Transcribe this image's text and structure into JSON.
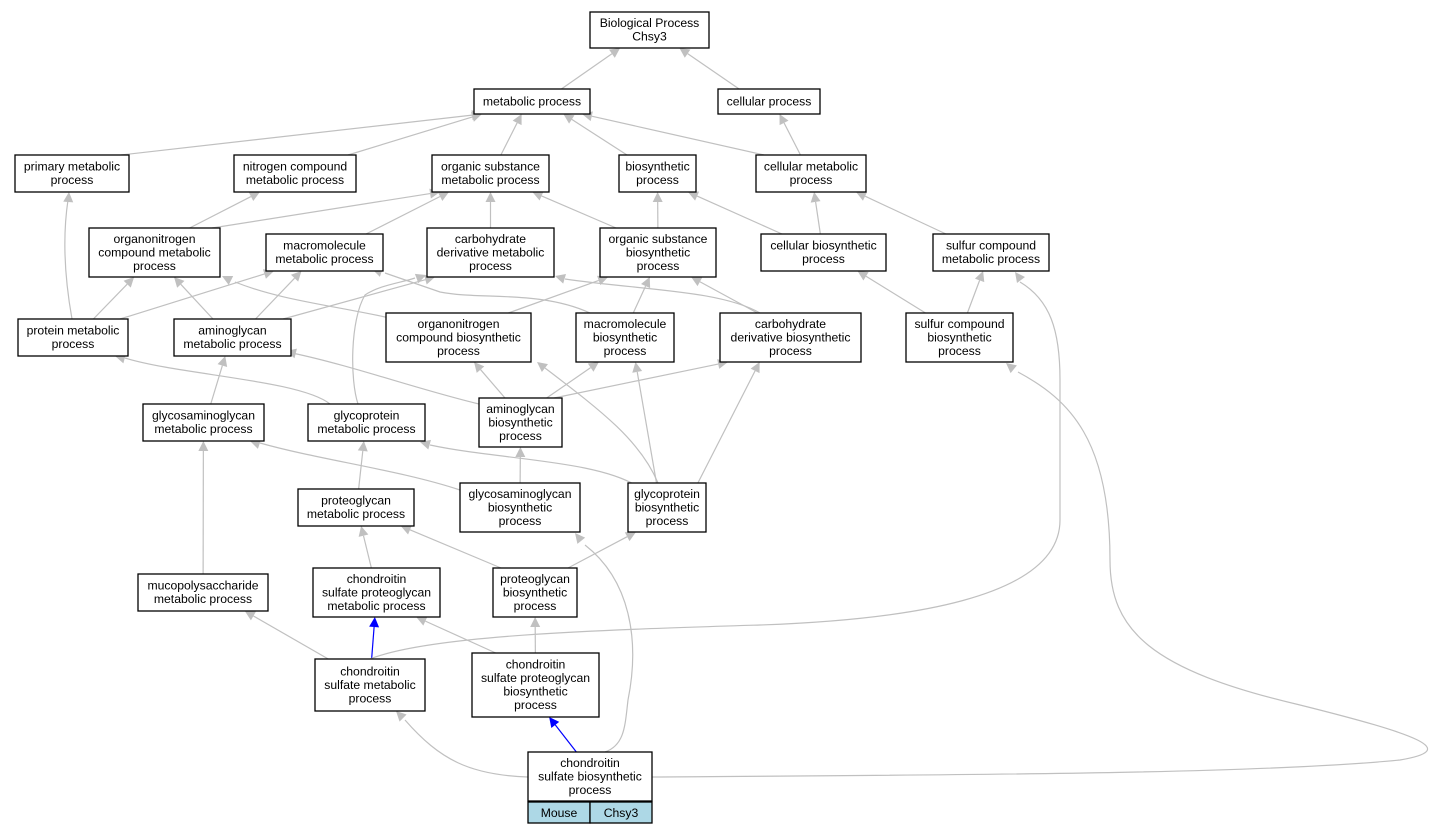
{
  "colors": {
    "edge_default": "#c0c0c0",
    "edge_highlight": "#0000ff",
    "node_border": "#000000",
    "node_fill": "#ffffff",
    "table_fill": "#add8e6"
  },
  "nodes": [
    {
      "id": "n_root",
      "lines": [
        "Biological Process",
        "Chsy3"
      ]
    },
    {
      "id": "n_metabolic",
      "lines": [
        "metabolic process"
      ]
    },
    {
      "id": "n_cellular",
      "lines": [
        "cellular process"
      ]
    },
    {
      "id": "n_primary_metabolic",
      "lines": [
        "primary metabolic",
        "process"
      ]
    },
    {
      "id": "n_nitrogen_compound",
      "lines": [
        "nitrogen compound",
        "metabolic process"
      ]
    },
    {
      "id": "n_organic_substance_metabolic",
      "lines": [
        "organic substance",
        "metabolic process"
      ]
    },
    {
      "id": "n_biosynthetic",
      "lines": [
        "biosynthetic",
        "process"
      ]
    },
    {
      "id": "n_cellular_metabolic",
      "lines": [
        "cellular metabolic",
        "process"
      ]
    },
    {
      "id": "n_organonitrogen_metabolic",
      "lines": [
        "organonitrogen",
        "compound metabolic",
        "process"
      ]
    },
    {
      "id": "n_macromolecule_metabolic",
      "lines": [
        "macromolecule",
        "metabolic process"
      ]
    },
    {
      "id": "n_carbohydrate_derivative_metabolic",
      "lines": [
        "carbohydrate",
        "derivative metabolic",
        "process"
      ]
    },
    {
      "id": "n_organic_substance_biosynthetic",
      "lines": [
        "organic substance",
        "biosynthetic",
        "process"
      ]
    },
    {
      "id": "n_cellular_biosynthetic",
      "lines": [
        "cellular biosynthetic",
        "process"
      ]
    },
    {
      "id": "n_sulfur_metabolic",
      "lines": [
        "sulfur compound",
        "metabolic process"
      ]
    },
    {
      "id": "n_protein_metabolic",
      "lines": [
        "protein metabolic",
        "process"
      ]
    },
    {
      "id": "n_aminoglycan_metabolic",
      "lines": [
        "aminoglycan",
        "metabolic process"
      ]
    },
    {
      "id": "n_organonitrogen_biosynthetic",
      "lines": [
        "organonitrogen",
        "compound biosynthetic",
        "process"
      ]
    },
    {
      "id": "n_macromolecule_biosynthetic",
      "lines": [
        "macromolecule",
        "biosynthetic",
        "process"
      ]
    },
    {
      "id": "n_carbohydrate_derivative_biosynthetic",
      "lines": [
        "carbohydrate",
        "derivative biosynthetic",
        "process"
      ]
    },
    {
      "id": "n_sulfur_biosynthetic",
      "lines": [
        "sulfur compound",
        "biosynthetic",
        "process"
      ]
    },
    {
      "id": "n_gag_metabolic",
      "lines": [
        "glycosaminoglycan",
        "metabolic process"
      ]
    },
    {
      "id": "n_glycoprotein_metabolic",
      "lines": [
        "glycoprotein",
        "metabolic process"
      ]
    },
    {
      "id": "n_aminoglycan_biosynthetic",
      "lines": [
        "aminoglycan",
        "biosynthetic",
        "process"
      ]
    },
    {
      "id": "n_gag_biosynthetic",
      "lines": [
        "glycosaminoglycan",
        "biosynthetic",
        "process"
      ]
    },
    {
      "id": "n_glycoprotein_biosynthetic",
      "lines": [
        "glycoprotein",
        "biosynthetic",
        "process"
      ]
    },
    {
      "id": "n_proteoglycan_metabolic",
      "lines": [
        "proteoglycan",
        "metabolic process"
      ]
    },
    {
      "id": "n_mucopolysaccharide_metabolic",
      "lines": [
        "mucopolysaccharide",
        "metabolic process"
      ]
    },
    {
      "id": "n_cs_proteoglycan_metabolic",
      "lines": [
        "chondroitin",
        "sulfate proteoglycan",
        "metabolic process"
      ]
    },
    {
      "id": "n_proteoglycan_biosynthetic",
      "lines": [
        "proteoglycan",
        "biosynthetic",
        "process"
      ]
    },
    {
      "id": "n_cs_metabolic",
      "lines": [
        "chondroitin",
        "sulfate metabolic",
        "process"
      ]
    },
    {
      "id": "n_cs_proteoglycan_biosynthetic",
      "lines": [
        "chondroitin",
        "sulfate proteoglycan",
        "biosynthetic",
        "process"
      ]
    },
    {
      "id": "n_cs_biosynthetic",
      "lines": [
        "chondroitin",
        "sulfate biosynthetic",
        "process"
      ]
    }
  ],
  "annotation_table": {
    "node": "n_cs_biosynthetic",
    "cells": [
      "Mouse",
      "Chsy3"
    ]
  },
  "edges": [
    {
      "from": "n_metabolic",
      "to": "n_root",
      "color": "default"
    },
    {
      "from": "n_cellular",
      "to": "n_root",
      "color": "default"
    },
    {
      "from": "n_primary_metabolic",
      "to": "n_metabolic",
      "color": "default"
    },
    {
      "from": "n_nitrogen_compound",
      "to": "n_metabolic",
      "color": "default"
    },
    {
      "from": "n_organic_substance_metabolic",
      "to": "n_metabolic",
      "color": "default"
    },
    {
      "from": "n_biosynthetic",
      "to": "n_metabolic",
      "color": "default"
    },
    {
      "from": "n_cellular_metabolic",
      "to": "n_metabolic",
      "color": "default"
    },
    {
      "from": "n_cellular_metabolic",
      "to": "n_cellular",
      "color": "default"
    },
    {
      "from": "n_organonitrogen_metabolic",
      "to": "n_nitrogen_compound",
      "color": "default"
    },
    {
      "from": "n_organonitrogen_metabolic",
      "to": "n_organic_substance_metabolic",
      "color": "default"
    },
    {
      "from": "n_macromolecule_metabolic",
      "to": "n_organic_substance_metabolic",
      "color": "default"
    },
    {
      "from": "n_carbohydrate_derivative_metabolic",
      "to": "n_organic_substance_metabolic",
      "color": "default"
    },
    {
      "from": "n_organic_substance_biosynthetic",
      "to": "n_organic_substance_metabolic",
      "color": "default"
    },
    {
      "from": "n_organic_substance_biosynthetic",
      "to": "n_biosynthetic",
      "color": "default"
    },
    {
      "from": "n_cellular_biosynthetic",
      "to": "n_biosynthetic",
      "color": "default"
    },
    {
      "from": "n_cellular_biosynthetic",
      "to": "n_cellular_metabolic",
      "color": "default"
    },
    {
      "from": "n_sulfur_metabolic",
      "to": "n_cellular_metabolic",
      "color": "default"
    },
    {
      "from": "n_protein_metabolic",
      "to": "n_primary_metabolic",
      "color": "default"
    },
    {
      "from": "n_protein_metabolic",
      "to": "n_organonitrogen_metabolic",
      "color": "default"
    },
    {
      "from": "n_protein_metabolic",
      "to": "n_macromolecule_metabolic",
      "color": "default"
    },
    {
      "from": "n_aminoglycan_metabolic",
      "to": "n_organonitrogen_metabolic",
      "color": "default"
    },
    {
      "from": "n_aminoglycan_metabolic",
      "to": "n_macromolecule_metabolic",
      "color": "default"
    },
    {
      "from": "n_aminoglycan_metabolic",
      "to": "n_carbohydrate_derivative_metabolic",
      "color": "default"
    },
    {
      "from": "n_organonitrogen_biosynthetic",
      "to": "n_organonitrogen_metabolic",
      "color": "default"
    },
    {
      "from": "n_organonitrogen_biosynthetic",
      "to": "n_organic_substance_biosynthetic",
      "color": "default"
    },
    {
      "from": "n_macromolecule_biosynthetic",
      "to": "n_macromolecule_metabolic",
      "color": "default"
    },
    {
      "from": "n_macromolecule_biosynthetic",
      "to": "n_organic_substance_biosynthetic",
      "color": "default"
    },
    {
      "from": "n_carbohydrate_derivative_biosynthetic",
      "to": "n_carbohydrate_derivative_metabolic",
      "color": "default"
    },
    {
      "from": "n_carbohydrate_derivative_biosynthetic",
      "to": "n_organic_substance_biosynthetic",
      "color": "default"
    },
    {
      "from": "n_sulfur_biosynthetic",
      "to": "n_cellular_biosynthetic",
      "color": "default"
    },
    {
      "from": "n_sulfur_biosynthetic",
      "to": "n_sulfur_metabolic",
      "color": "default"
    },
    {
      "from": "n_gag_metabolic",
      "to": "n_aminoglycan_metabolic",
      "color": "default"
    },
    {
      "from": "n_glycoprotein_metabolic",
      "to": "n_protein_metabolic",
      "color": "default"
    },
    {
      "from": "n_glycoprotein_metabolic",
      "to": "n_carbohydrate_derivative_metabolic",
      "color": "default"
    },
    {
      "from": "n_aminoglycan_biosynthetic",
      "to": "n_aminoglycan_metabolic",
      "color": "default"
    },
    {
      "from": "n_aminoglycan_biosynthetic",
      "to": "n_organonitrogen_biosynthetic",
      "color": "default"
    },
    {
      "from": "n_aminoglycan_biosynthetic",
      "to": "n_macromolecule_biosynthetic",
      "color": "default"
    },
    {
      "from": "n_aminoglycan_biosynthetic",
      "to": "n_carbohydrate_derivative_biosynthetic",
      "color": "default"
    },
    {
      "from": "n_gag_biosynthetic",
      "to": "n_gag_metabolic",
      "color": "default"
    },
    {
      "from": "n_gag_biosynthetic",
      "to": "n_aminoglycan_biosynthetic",
      "color": "default"
    },
    {
      "from": "n_glycoprotein_biosynthetic",
      "to": "n_glycoprotein_metabolic",
      "color": "default"
    },
    {
      "from": "n_glycoprotein_biosynthetic",
      "to": "n_organonitrogen_biosynthetic",
      "color": "default"
    },
    {
      "from": "n_glycoprotein_biosynthetic",
      "to": "n_macromolecule_biosynthetic",
      "color": "default"
    },
    {
      "from": "n_glycoprotein_biosynthetic",
      "to": "n_carbohydrate_derivative_biosynthetic",
      "color": "default"
    },
    {
      "from": "n_proteoglycan_metabolic",
      "to": "n_glycoprotein_metabolic",
      "color": "default"
    },
    {
      "from": "n_mucopolysaccharide_metabolic",
      "to": "n_gag_metabolic",
      "color": "default"
    },
    {
      "from": "n_cs_proteoglycan_metabolic",
      "to": "n_proteoglycan_metabolic",
      "color": "default"
    },
    {
      "from": "n_proteoglycan_biosynthetic",
      "to": "n_proteoglycan_metabolic",
      "color": "default"
    },
    {
      "from": "n_proteoglycan_biosynthetic",
      "to": "n_glycoprotein_biosynthetic",
      "color": "default"
    },
    {
      "from": "n_cs_metabolic",
      "to": "n_mucopolysaccharide_metabolic",
      "color": "default"
    },
    {
      "from": "n_cs_metabolic",
      "to": "n_cs_proteoglycan_metabolic",
      "color": "highlight"
    },
    {
      "from": "n_cs_metabolic",
      "to": "n_sulfur_metabolic",
      "color": "default"
    },
    {
      "from": "n_cs_proteoglycan_biosynthetic",
      "to": "n_cs_proteoglycan_metabolic",
      "color": "default"
    },
    {
      "from": "n_cs_proteoglycan_biosynthetic",
      "to": "n_proteoglycan_biosynthetic",
      "color": "default"
    },
    {
      "from": "n_cs_biosynthetic",
      "to": "n_cs_metabolic",
      "color": "default"
    },
    {
      "from": "n_cs_biosynthetic",
      "to": "n_cs_proteoglycan_biosynthetic",
      "color": "highlight"
    },
    {
      "from": "n_cs_biosynthetic",
      "to": "n_gag_biosynthetic",
      "color": "default"
    },
    {
      "from": "n_cs_biosynthetic",
      "to": "n_sulfur_biosynthetic",
      "color": "default"
    }
  ]
}
